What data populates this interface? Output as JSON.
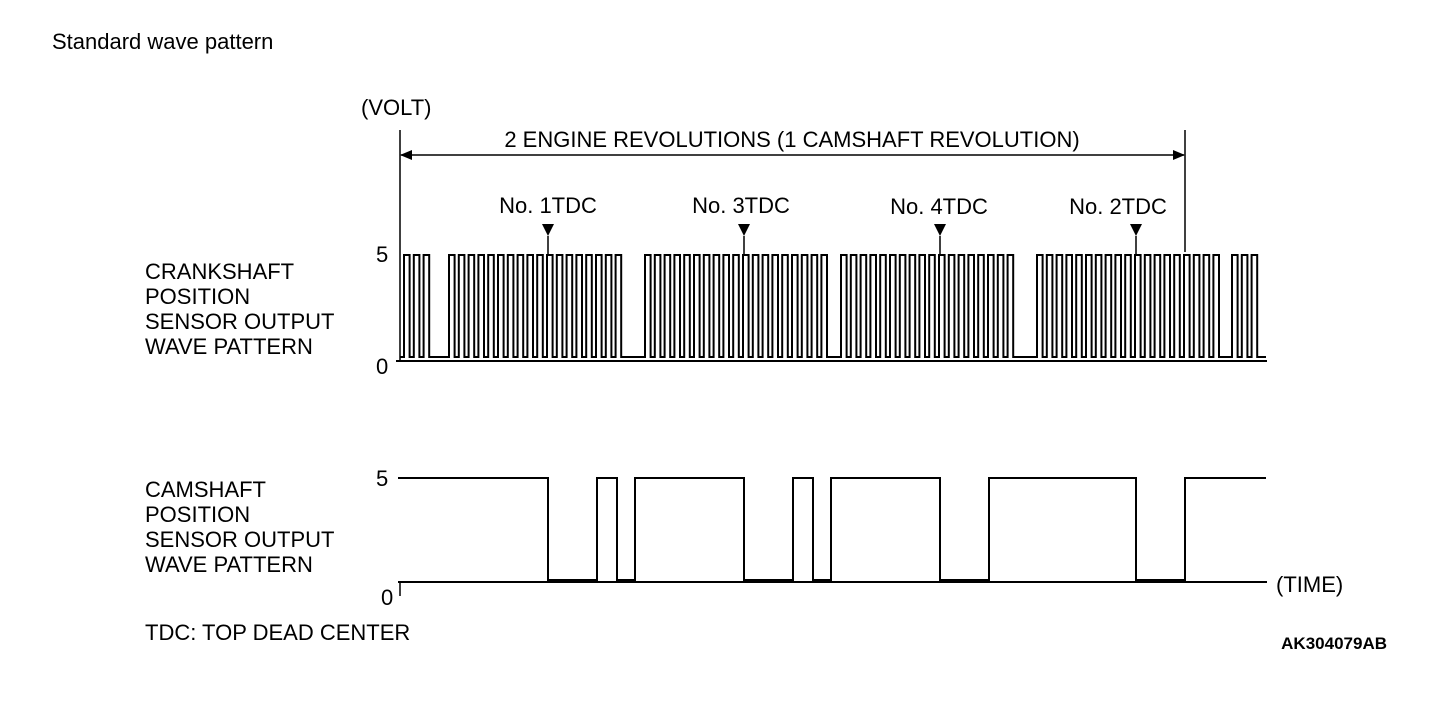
{
  "heading": "Standard wave pattern",
  "volt_label": "(VOLT)",
  "time_label": "(TIME)",
  "span_label": "2 ENGINE REVOLUTIONS (1 CAMSHAFT REVOLUTION)",
  "crank_label": [
    "CRANKSHAFT",
    "POSITION",
    "SENSOR OUTPUT",
    "WAVE PATTERN"
  ],
  "cam_label": [
    "CAMSHAFT",
    "POSITION",
    "SENSOR OUTPUT",
    "WAVE PATTERN"
  ],
  "tick_five": "5",
  "tick_zero": "0",
  "tdc_markers": [
    {
      "label": "No. 1TDC"
    },
    {
      "label": "No. 3TDC"
    },
    {
      "label": "No. 4TDC"
    },
    {
      "label": "No. 2TDC"
    }
  ],
  "footnote": "TDC: TOP DEAD CENTER",
  "figure_code": "AK304079AB"
}
